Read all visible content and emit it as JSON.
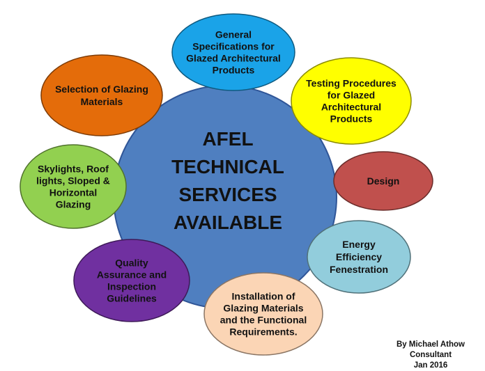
{
  "center": {
    "lines": [
      "AFEL",
      "TECHNICAL",
      "SERVICES",
      "AVAILABLE"
    ],
    "color": "#4f7fc0"
  },
  "nodes": [
    {
      "id": "general-specifications",
      "lines": [
        "General",
        "Specifications for",
        "Glazed Architectural",
        "Products"
      ],
      "color": "#1aa3e8"
    },
    {
      "id": "testing-procedures",
      "lines": [
        "Testing Procedures",
        "for Glazed",
        "Architectural",
        "Products"
      ],
      "color": "#ffff00"
    },
    {
      "id": "design",
      "lines": [
        "Design"
      ],
      "color": "#c0504d"
    },
    {
      "id": "energy-efficiency",
      "lines": [
        "Energy",
        "Efficiency",
        "Fenestration"
      ],
      "color": "#92cddc"
    },
    {
      "id": "installation",
      "lines": [
        "Installation of",
        "Glazing Materials",
        "and the Functional",
        "Requirements."
      ],
      "color": "#fbd5b5"
    },
    {
      "id": "quality-assurance",
      "lines": [
        "Quality",
        "Assurance and",
        "Inspection",
        "Guidelines"
      ],
      "color": "#7030a0"
    },
    {
      "id": "skylights",
      "lines": [
        "Skylights, Roof",
        "lights, Sloped &",
        "Horizontal",
        "Glazing"
      ],
      "color": "#92d050"
    },
    {
      "id": "selection",
      "lines": [
        "Selection of Glazing",
        "Materials"
      ],
      "color": "#e46c0a"
    }
  ],
  "credit": {
    "name": "By Michael Athow",
    "role": "Consultant",
    "date": "Jan 2016"
  }
}
